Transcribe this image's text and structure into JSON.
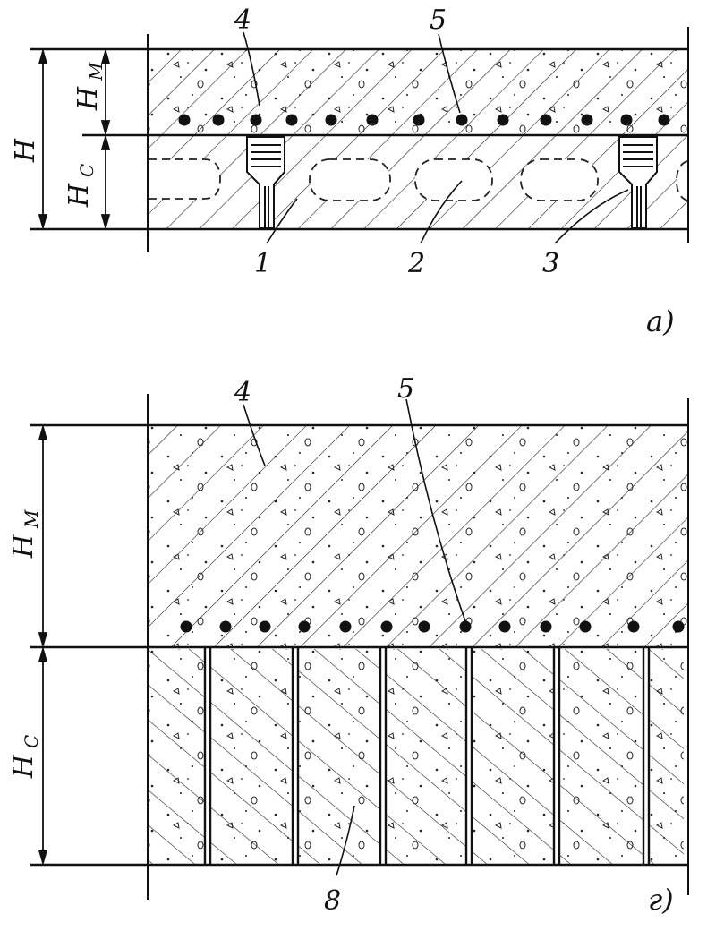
{
  "figure_a": {
    "panel_label": "a)",
    "dim_total": "H",
    "dim_top": "H",
    "dim_top_sub": "M",
    "dim_bottom": "H",
    "dim_bottom_sub": "C",
    "callouts": [
      "4",
      "5",
      "1",
      "2",
      "3"
    ]
  },
  "figure_b": {
    "panel_label": "г)",
    "dim_top": "H",
    "dim_top_sub": "M",
    "dim_bottom": "H",
    "dim_bottom_sub": "C",
    "callouts": [
      "4",
      "5",
      "8"
    ]
  },
  "colors": {
    "ink": "#111111",
    "paper": "#ffffff"
  }
}
